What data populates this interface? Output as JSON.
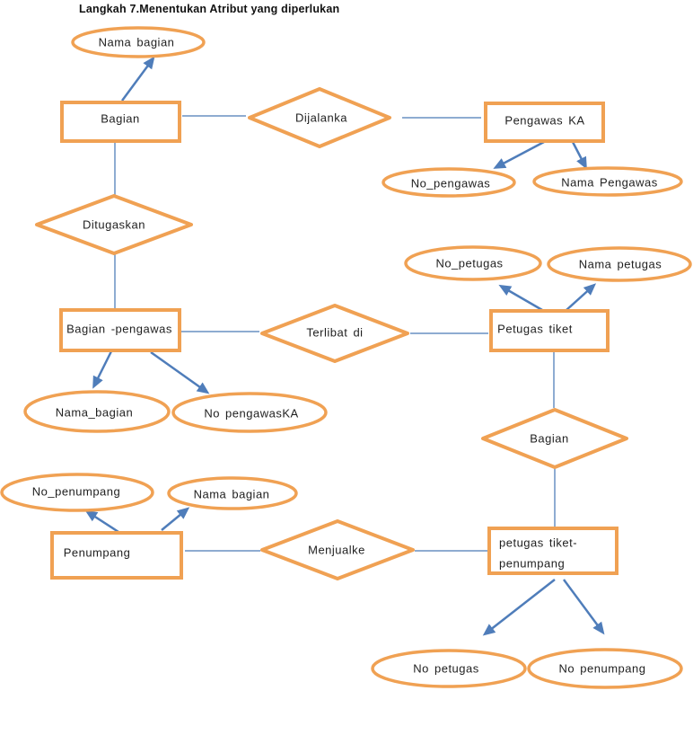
{
  "title": "Langkah 7.Menentukan Atribut yang diperlukan",
  "colors": {
    "shape_outline": "#F0A153",
    "connector_line": "#6990C2",
    "arrow": "#4F7DBA",
    "text": "#1F1F1F",
    "background": "#FFFFFF"
  },
  "diagram": {
    "type": "entity-relationship",
    "entities": [
      {
        "id": "bagian",
        "label": "Bagian"
      },
      {
        "id": "pengawas-ka",
        "label": "Pengawas KA"
      },
      {
        "id": "bagian-pengawas",
        "label": "Bagian -pengawas"
      },
      {
        "id": "petugas-tiket",
        "label": "Petugas tiket"
      },
      {
        "id": "penumpang",
        "label": "Penumpang"
      },
      {
        "id": "petugas-tiket-penumpang",
        "label_line1": "petugas tiket-",
        "label_line2": "penumpang"
      }
    ],
    "relationships": [
      {
        "id": "dijalanka",
        "label": "Dijalanka"
      },
      {
        "id": "ditugaskan",
        "label": "Ditugaskan"
      },
      {
        "id": "terlibat-di",
        "label": "Terlibat di"
      },
      {
        "id": "bagian-rel",
        "label": "Bagian"
      },
      {
        "id": "menjualke",
        "label": "Menjualke"
      }
    ],
    "attributes": [
      {
        "id": "nama-bagian-1",
        "label": "Nama bagian",
        "of": "Bagian"
      },
      {
        "id": "no-pengawas",
        "label": "No_pengawas",
        "of": "Pengawas KA"
      },
      {
        "id": "nama-pengawas",
        "label": "Nama Pengawas",
        "of": "Pengawas KA"
      },
      {
        "id": "no-petugas",
        "label": "No_petugas",
        "of": "Petugas tiket"
      },
      {
        "id": "nama-petugas",
        "label": "Nama petugas",
        "of": "Petugas tiket"
      },
      {
        "id": "nama-bagian-2",
        "label": "Nama_bagian",
        "of": "Bagian -pengawas"
      },
      {
        "id": "no-pengawaska",
        "label": "No pengawasKA",
        "of": "Bagian -pengawas"
      },
      {
        "id": "no-penumpang",
        "label": "No_penumpang",
        "of": "Penumpang"
      },
      {
        "id": "nama-bagian-3",
        "label": "Nama bagian",
        "of": "Penumpang"
      },
      {
        "id": "no-petugas-2",
        "label": "No petugas",
        "of": "petugas tiket-penumpang"
      },
      {
        "id": "no-penumpang-2",
        "label": "No penumpang",
        "of": "petugas tiket-penumpang"
      }
    ]
  }
}
